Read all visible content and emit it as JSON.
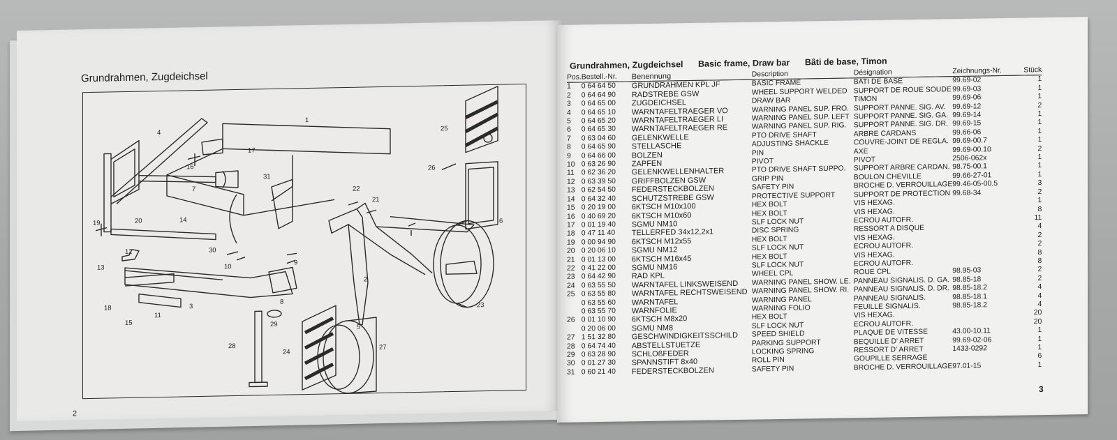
{
  "left_page": {
    "title": "Grundrahmen, Zugdeichsel",
    "page_number": "2",
    "callouts": [
      "1",
      "2",
      "3",
      "4",
      "5",
      "6",
      "7",
      "8",
      "9",
      "10",
      "11",
      "12",
      "13",
      "14",
      "15",
      "16",
      "17",
      "18",
      "19",
      "20",
      "21",
      "22",
      "23",
      "24",
      "25",
      "26",
      "27",
      "28",
      "29",
      "30",
      "31"
    ]
  },
  "right_page": {
    "title_de": "Grundrahmen, Zugdeichsel",
    "title_en": "Basic frame, Draw bar",
    "title_fr": "Bâti de base, Timon",
    "page_number": "3",
    "headers": {
      "pos": "Pos.",
      "nr": "Bestell.-Nr.",
      "name": "Benennung",
      "desc": "Description",
      "des": "Désignation",
      "zn": "Zeichnungs-Nr.",
      "st": "Stück"
    },
    "rows": [
      {
        "pos": "1",
        "nr": "0 64 64 50",
        "name": "GRUNDRAHMEN KPL JF",
        "desc": "BASIC FRAME",
        "des": "BATI DE BASE",
        "zn": "99.69-02",
        "st": "1"
      },
      {
        "pos": "2",
        "nr": "0 64 64 90",
        "name": "RADSTREBE GSW",
        "desc": "WHEEL SUPPORT WELDED",
        "des": "SUPPORT DE ROUE SOUDE",
        "zn": "99.69-03",
        "st": "1"
      },
      {
        "pos": "3",
        "nr": "0 64 65 00",
        "name": "ZUGDEICHSEL",
        "desc": "DRAW BAR",
        "des": "TIMON",
        "zn": "99.69-06",
        "st": "1"
      },
      {
        "pos": "4",
        "nr": "0 64 65 10",
        "name": "WARNTAFELTRAEGER VO",
        "desc": "WARNING PANEL SUP. FRO.",
        "des": "SUPPORT PANNE. SIG. AV.",
        "zn": "99.69-12",
        "st": "2"
      },
      {
        "pos": "5",
        "nr": "0 64 65 20",
        "name": "WARNTAFELTRAEGER LI",
        "desc": "WARNING PANEL SUP. LEFT",
        "des": "SUPPORT PANNE. SIG. GA.",
        "zn": "99.69-14",
        "st": "1"
      },
      {
        "pos": "6",
        "nr": "0 64 65 30",
        "name": "WARNTAFELTRAEGER RE",
        "desc": "WARNING PANEL SUP. RIG.",
        "des": "SUPPORT PANNE. SIG. DR.",
        "zn": "99.69-15",
        "st": "1"
      },
      {
        "pos": "7",
        "nr": "0 63 04 60",
        "name": "GELENKWELLE",
        "desc": "PTO DRIVE SHAFT",
        "des": "ARBRE CARDANS",
        "zn": "99.66-06",
        "st": "1"
      },
      {
        "pos": "8",
        "nr": "0 64 65 90",
        "name": "STELLASCHE",
        "desc": "ADJUSTING SHACKLE",
        "des": "COUVRE-JOINT DE REGLA.",
        "zn": "99.69-00.7",
        "st": "1"
      },
      {
        "pos": "9",
        "nr": "0 64 66 00",
        "name": "BOLZEN",
        "desc": "PIN",
        "des": "AXE",
        "zn": "99.69-00.10",
        "st": "2"
      },
      {
        "pos": "10",
        "nr": "0 63 26 90",
        "name": "ZAPFEN",
        "desc": "PIVOT",
        "des": "PIVOT",
        "zn": "2506-062x",
        "st": "1"
      },
      {
        "pos": "11",
        "nr": "0 62 36 20",
        "name": "GELENKWELLENHALTER",
        "desc": "PTO DRIVE SHAFT SUPPO.",
        "des": "SUPPORT ARBRE CARDAN.",
        "zn": "98.75-00.1",
        "st": "1"
      },
      {
        "pos": "12",
        "nr": "0 63 39 50",
        "name": "GRIFFBOLZEN GSW",
        "desc": "GRIP PIN",
        "des": "BOULON CHEVILLE",
        "zn": "99.66-27-01",
        "st": "1"
      },
      {
        "pos": "13",
        "nr": "0 62 54 50",
        "name": "FEDERSTECKBOLZEN",
        "desc": "SAFETY PIN",
        "des": "BROCHE D. VERROUILLAGE",
        "zn": "99.46-05-00.5",
        "st": "3"
      },
      {
        "pos": "14",
        "nr": "0 64 32 40",
        "name": "SCHUTZSTREBE GSW",
        "desc": "PROTECTIVE SUPPORT",
        "des": "SUPPORT DE PROTECTION",
        "zn": "99.68-34",
        "st": "2"
      },
      {
        "pos": "15",
        "nr": "0 20 19 00",
        "name": "6KTSCH M10x100",
        "desc": "HEX BOLT",
        "des": "VIS HEXAG.",
        "zn": "",
        "st": "1"
      },
      {
        "pos": "16",
        "nr": "0 40 69 20",
        "name": "6KTSCH M10x60",
        "desc": "HEX BOLT",
        "des": "VIS HEXAG.",
        "zn": "",
        "st": "8"
      },
      {
        "pos": "17",
        "nr": "0 01 19 40",
        "name": "SGMU NM10",
        "desc": "SLF LOCK NUT",
        "des": "ECROU AUTOFR.",
        "zn": "",
        "st": "11"
      },
      {
        "pos": "18",
        "nr": "0 47 11 40",
        "name": "TELLERFED 34x12,2x1",
        "desc": "DISC SPRING",
        "des": "RESSORT A DISQUE",
        "zn": "",
        "st": "4"
      },
      {
        "pos": "19",
        "nr": "0 00 94 90",
        "name": "6KTSCH M12x55",
        "desc": "HEX BOLT",
        "des": "VIS HEXAG.",
        "zn": "",
        "st": "2"
      },
      {
        "pos": "20",
        "nr": "0 20 06 10",
        "name": "SGMU NM12",
        "desc": "SLF LOCK NUT",
        "des": "ECROU AUTOFR.",
        "zn": "",
        "st": "2"
      },
      {
        "pos": "21",
        "nr": "0 01 13 00",
        "name": "6KTSCH M16x45",
        "desc": "HEX BOLT",
        "des": "VIS HEXAG.",
        "zn": "",
        "st": "8"
      },
      {
        "pos": "22",
        "nr": "0 41 22 00",
        "name": "SGMU NM16",
        "desc": "SLF LOCK NUT",
        "des": "ECROU AUTOFR.",
        "zn": "",
        "st": "8"
      },
      {
        "pos": "23",
        "nr": "0 64 42 90",
        "name": "RAD KPL",
        "desc": "WHEEL CPL",
        "des": "ROUE CPL",
        "zn": "98.95-03",
        "st": "2"
      },
      {
        "pos": "24",
        "nr": "0 63 55 50",
        "name": "WARNTAFEL LINKSWEISEND",
        "desc": "WARNING PANEL SHOW. LE.",
        "des": "PANNEAU SIGNALIS. D. GA.",
        "zn": "98.85-18",
        "st": "2"
      },
      {
        "pos": "25",
        "nr": "0 63 55 80",
        "name": "WARNTAFEL RECHTSWEISEND",
        "desc": "WARNING PANEL SHOW. RI.",
        "des": "PANNEAU SIGNALIS. D. DR.",
        "zn": "98.85-18.2",
        "st": "4"
      },
      {
        "pos": "",
        "nr": "0 63 55 60",
        "name": "WARNTAFEL",
        "desc": "WARNING PANEL",
        "des": "PANNEAU SIGNALIS.",
        "zn": "98.85-18.1",
        "st": "4"
      },
      {
        "pos": "",
        "nr": "0 63 55 70",
        "name": "WARNFOLIE",
        "desc": "WARNING FOLIO",
        "des": "FEUILLE SIGNALIS.",
        "zn": "98.85-18.2",
        "st": "4"
      },
      {
        "pos": "26",
        "nr": "0 01 10 90",
        "name": "6KTSCH M8x20",
        "desc": "HEX BOLT",
        "des": "VIS HEXAG.",
        "zn": "",
        "st": "20"
      },
      {
        "pos": "",
        "nr": "0 20 06 00",
        "name": "SGMU NM8",
        "desc": "SLF LOCK NUT",
        "des": "ECROU AUTOFR.",
        "zn": "",
        "st": "20"
      },
      {
        "pos": "27",
        "nr": "1 51 32 80",
        "name": "GESCHWINDIGKEITSSCHILD",
        "desc": "SPEED SHIELD",
        "des": "PLAQUE DE VITESSE",
        "zn": "43.00-10.11",
        "st": "1"
      },
      {
        "pos": "28",
        "nr": "0 64 74 40",
        "name": "ABSTELLSTUETZE",
        "desc": "PARKING SUPPORT",
        "des": "BEQUILLE D' ARRET",
        "zn": "99.69-02-06",
        "st": "1"
      },
      {
        "pos": "29",
        "nr": "0 63 28 90",
        "name": "SCHLOßFEDER",
        "desc": "LOCKING SPRING",
        "des": "RESSORT D' ARRET",
        "zn": "1433-0292",
        "st": "1"
      },
      {
        "pos": "30",
        "nr": "0 01 27 30",
        "name": "SPANNSTIFT 8x40",
        "desc": "ROLL PIN",
        "des": "GOUPILLE SERRAGE",
        "zn": "",
        "st": "6"
      },
      {
        "pos": "31",
        "nr": "0 60 21 40",
        "name": "FEDERSTECKBOLZEN",
        "desc": "SAFETY PIN",
        "des": "BROCHE D. VERROUILLAGE",
        "zn": "97.01-15",
        "st": "1"
      }
    ]
  }
}
